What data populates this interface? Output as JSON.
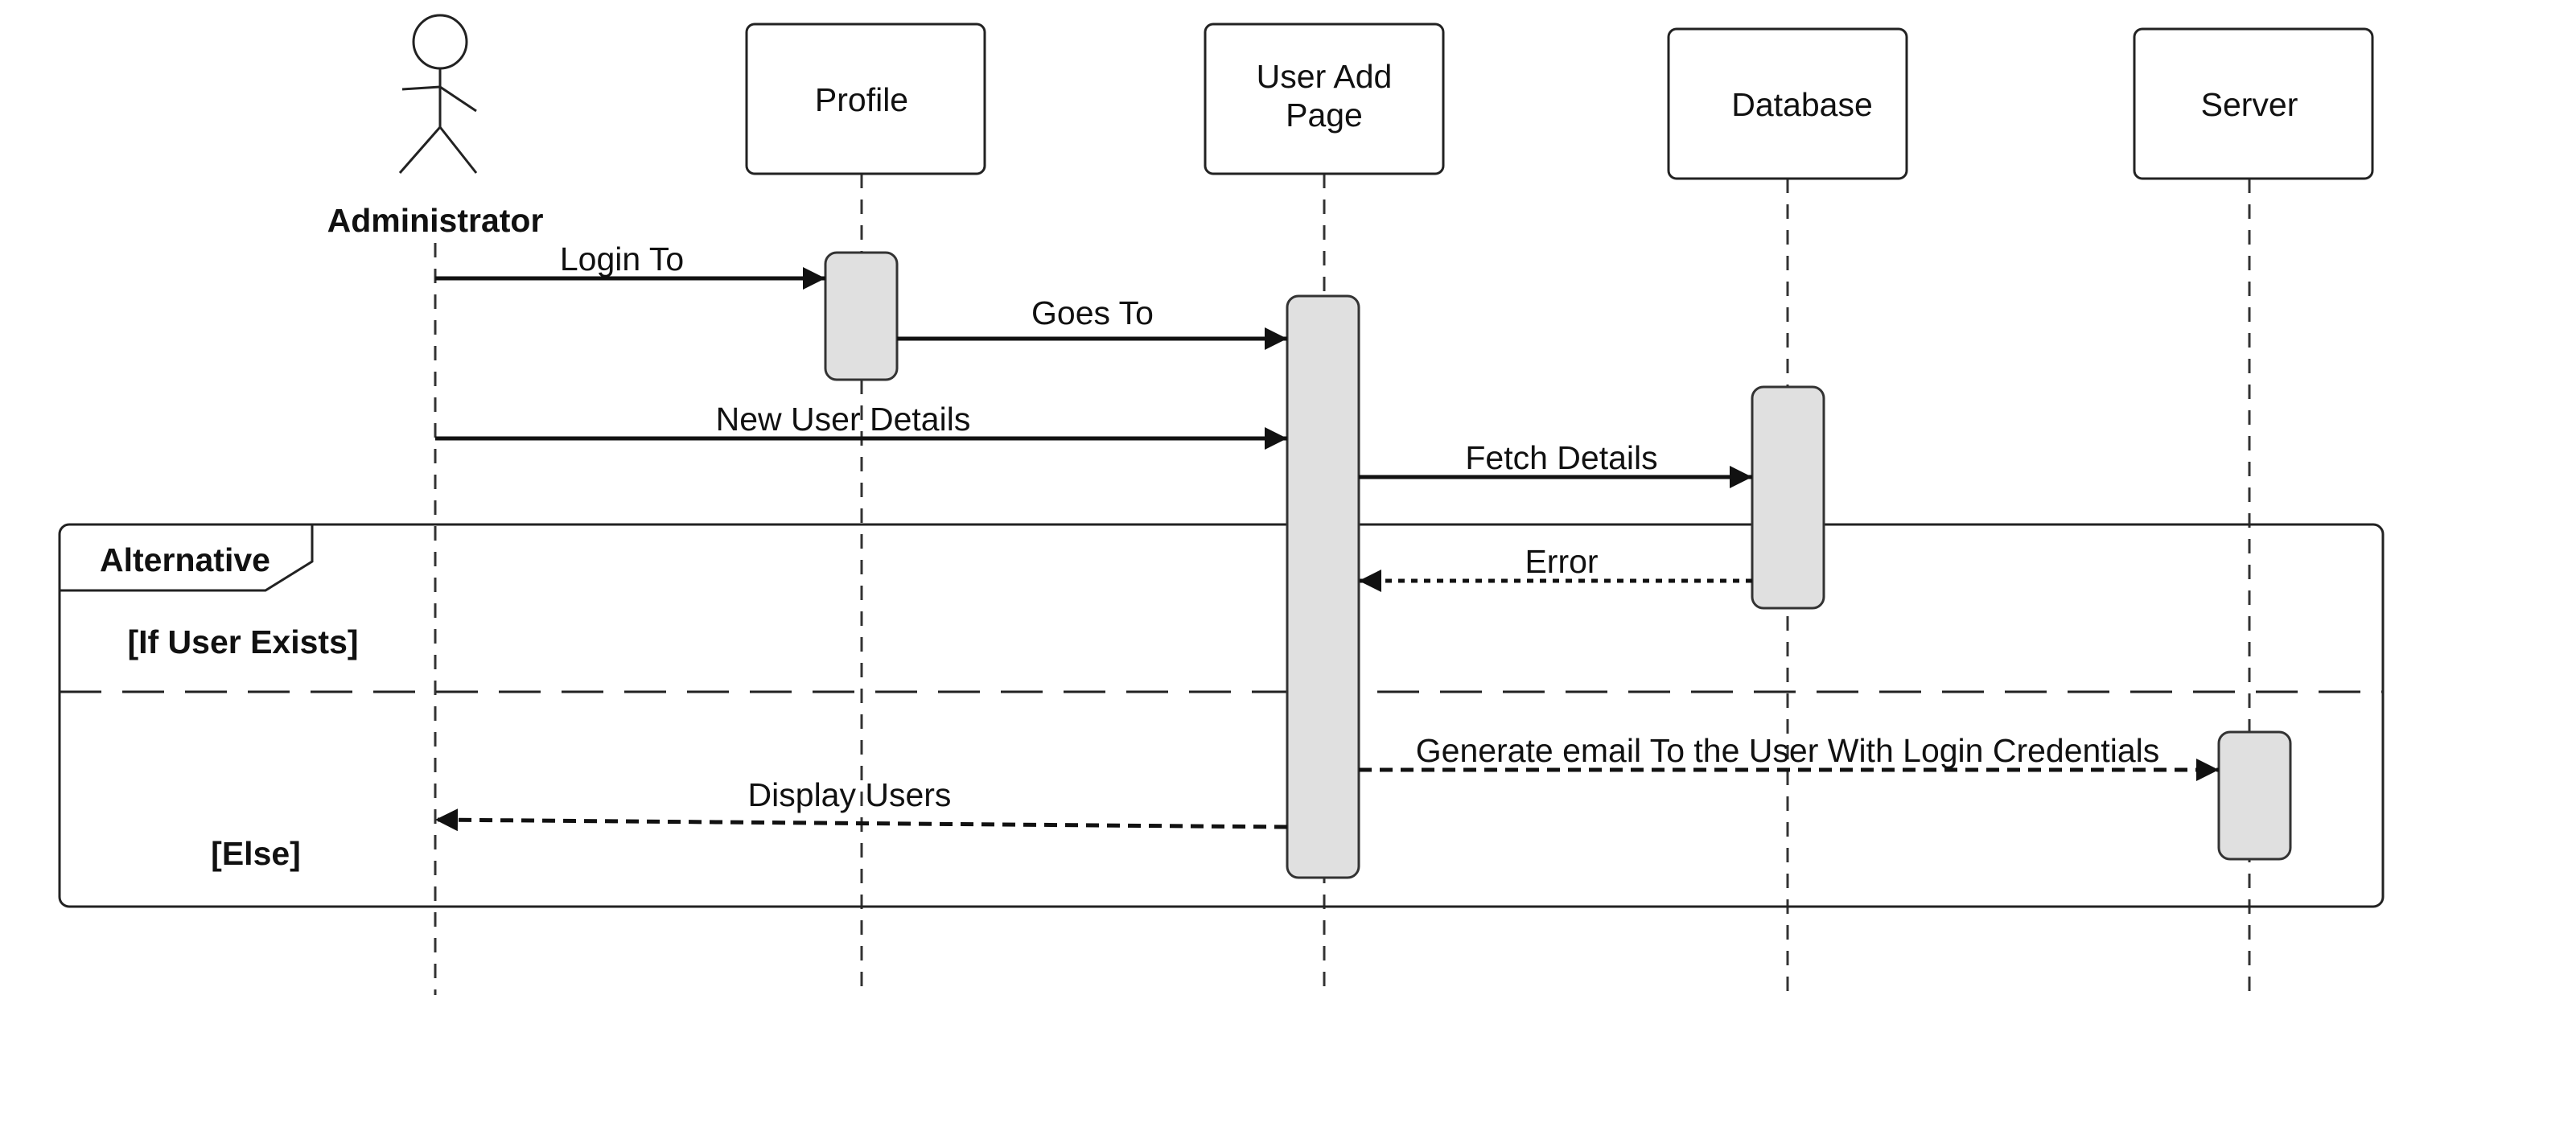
{
  "participants": [
    {
      "id": "administrator",
      "name": "Administrator",
      "kind": "actor"
    },
    {
      "id": "profile",
      "lines": [
        "Profile"
      ],
      "kind": "box"
    },
    {
      "id": "user-add-page",
      "lines": [
        "User Add",
        "Page"
      ],
      "kind": "box"
    },
    {
      "id": "database",
      "lines": [
        "Database"
      ],
      "kind": "box"
    },
    {
      "id": "server",
      "lines": [
        "Server"
      ],
      "kind": "box"
    }
  ],
  "messages": [
    {
      "id": "login-to",
      "label": "Login To",
      "from": "administrator",
      "to": "profile",
      "style": "solid"
    },
    {
      "id": "goes-to",
      "label": "Goes To",
      "from": "profile",
      "to": "user-add-page",
      "style": "solid"
    },
    {
      "id": "new-user-details",
      "label": "New User Details",
      "from": "administrator",
      "to": "user-add-page",
      "style": "solid"
    },
    {
      "id": "fetch-details",
      "label": "Fetch Details",
      "from": "user-add-page",
      "to": "database",
      "style": "solid"
    },
    {
      "id": "error",
      "label": "Error",
      "from": "database",
      "to": "user-add-page",
      "style": "dotted"
    },
    {
      "id": "generate-email",
      "label": "Generate email To the User With Login Credentials",
      "from": "user-add-page",
      "to": "server",
      "style": "dashed"
    },
    {
      "id": "display-users",
      "label": "Display Users",
      "from": "user-add-page",
      "to": "administrator",
      "style": "dashed"
    }
  ],
  "fragment": {
    "operator": "Alternative",
    "guards": [
      "[If User Exists]",
      "[Else]"
    ]
  },
  "colors": {
    "line": "#111111",
    "activation_fill": "#e0e0e0",
    "background": "#ffffff"
  }
}
